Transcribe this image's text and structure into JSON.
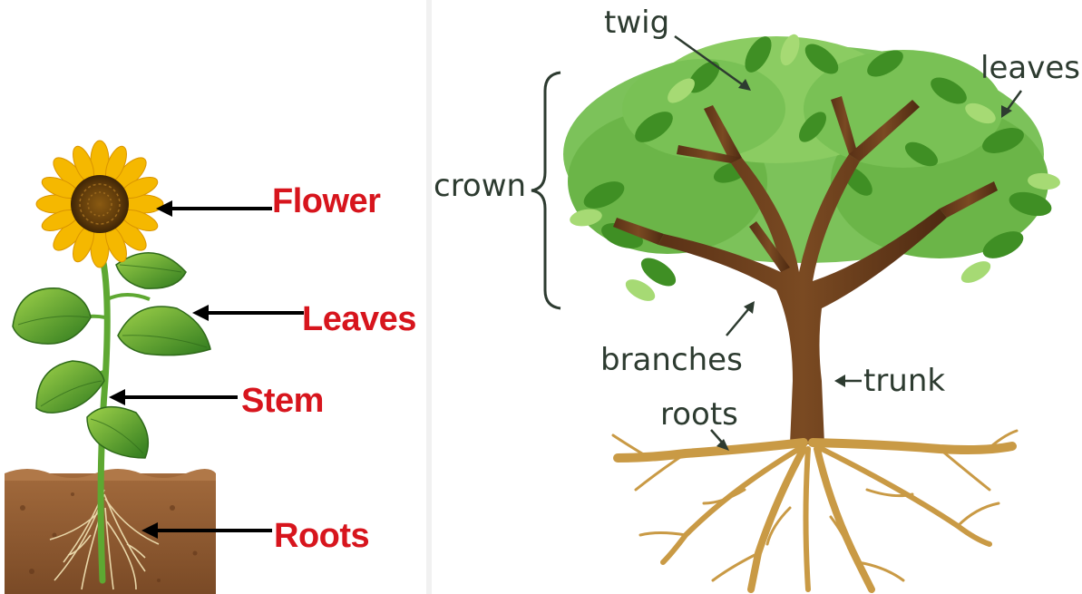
{
  "sunflower_diagram": {
    "labels": {
      "flower": "Flower",
      "leaves": "Leaves",
      "stem": "Stem",
      "roots": "Roots"
    },
    "label_color": "#d7151d",
    "arrow_color": "#000000"
  },
  "tree_diagram": {
    "labels": {
      "twig": "twig",
      "leaves": "leaves",
      "crown": "crown",
      "branches": "branches",
      "trunk": "trunk",
      "roots": "roots"
    },
    "label_color": "#2d3b30"
  },
  "colors": {
    "leaf_green": "#4a9a2a",
    "soil_brown": "#8a5a33",
    "petal_yellow": "#f5b800",
    "bark_brown": "#6b3d1c",
    "root_tan": "#c99a45"
  }
}
